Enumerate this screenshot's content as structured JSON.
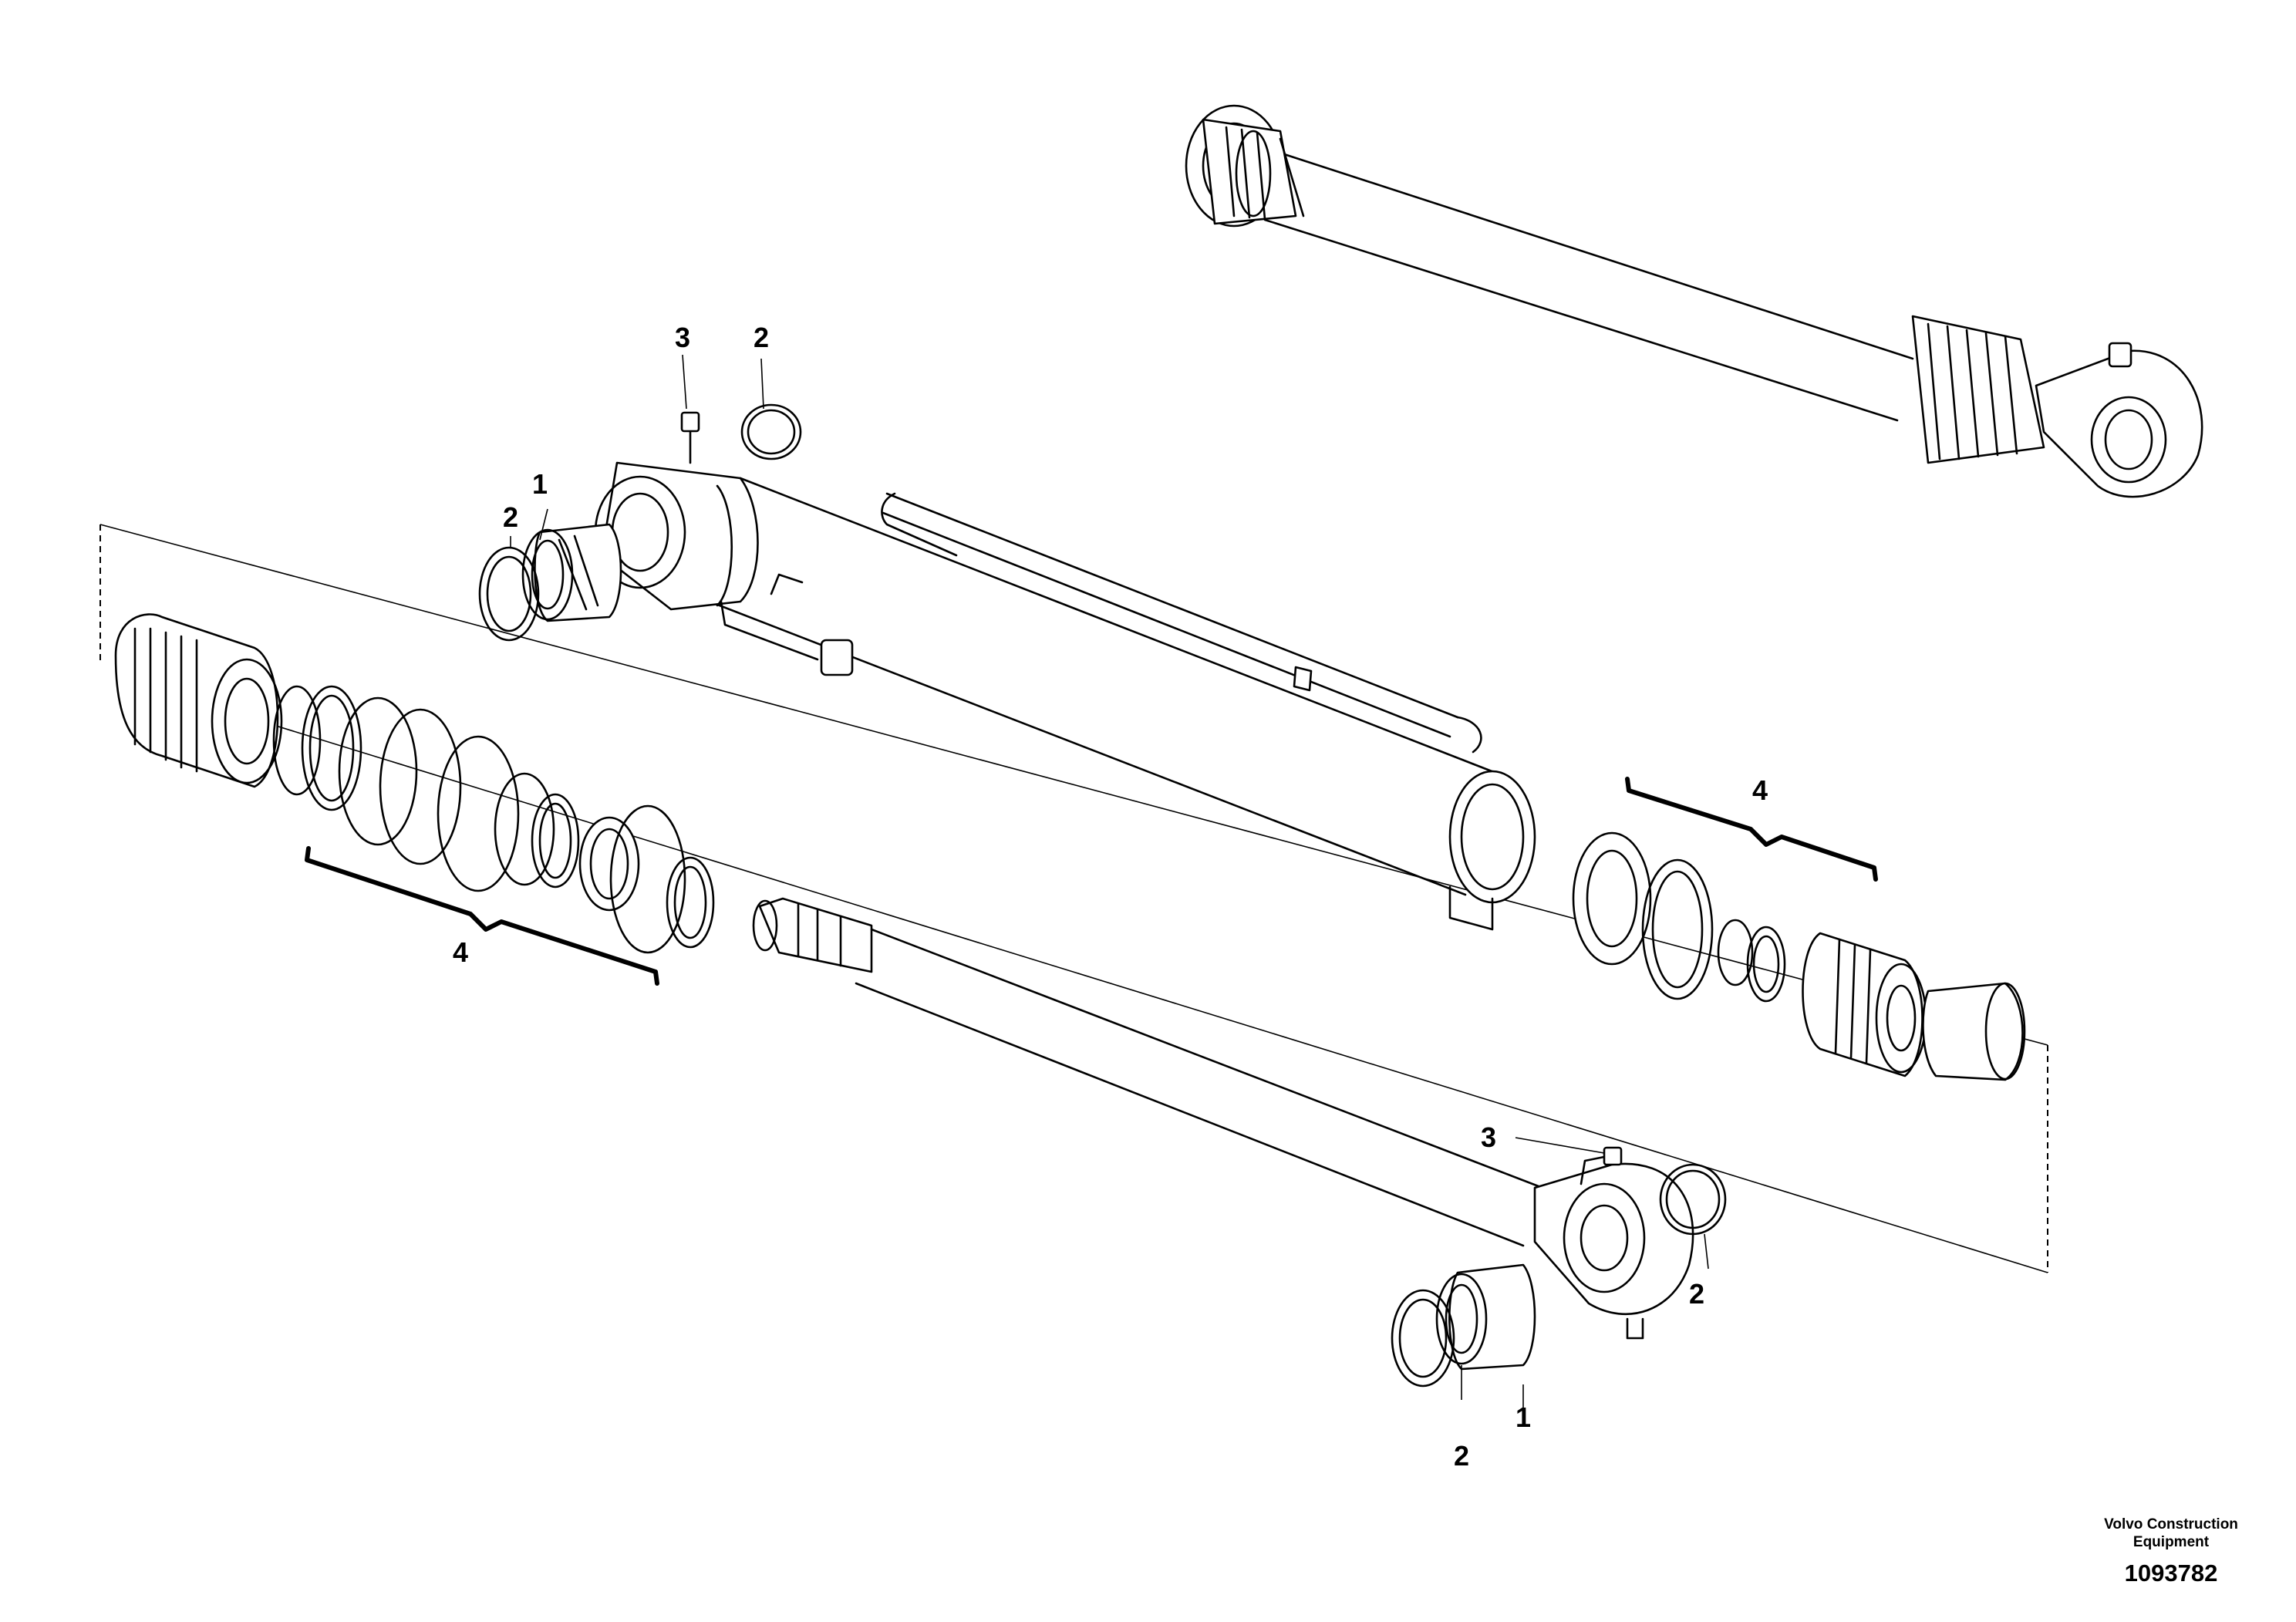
{
  "callouts": {
    "c1a": "1",
    "c1b": "1",
    "c2a": "2",
    "c2b": "2",
    "c2c": "2",
    "c2d": "2",
    "c3a": "3",
    "c3b": "3",
    "c4a": "4",
    "c4b": "4"
  },
  "footer": {
    "brand_line1": "Volvo Construction",
    "brand_line2": "Equipment",
    "drawing_number": "1093782"
  }
}
